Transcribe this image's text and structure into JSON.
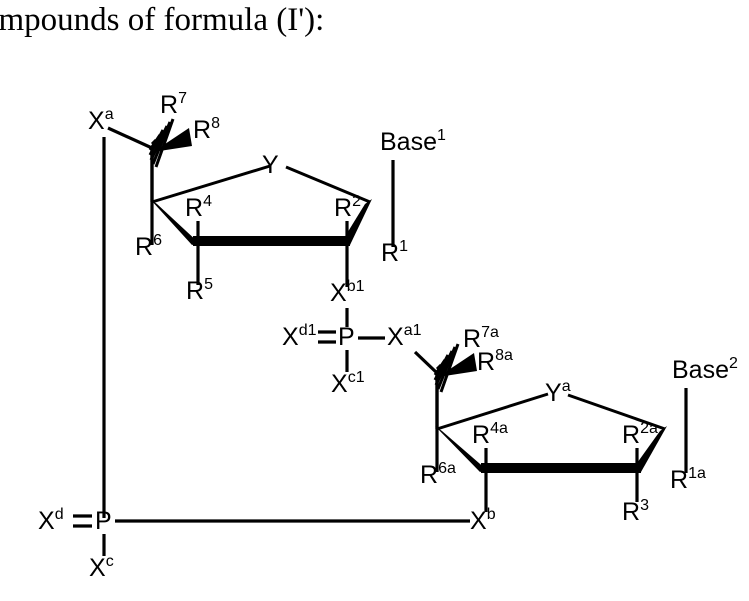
{
  "document": {
    "title_text": "ompounds of formula (I'):",
    "background_color": "#ffffff",
    "ink_color": "#000000"
  },
  "structure": {
    "name": "dinucleotide-phosphate-formula-I-prime",
    "description": "Chemical structure diagram of compounds of formula (I') showing two sugar rings linked through phosphate groups",
    "labels": {
      "xa": {
        "base": "X",
        "sup": "a"
      },
      "r7": {
        "base": "R",
        "sup": "7"
      },
      "r8": {
        "base": "R",
        "sup": "8"
      },
      "y": {
        "base": "Y",
        "sup": ""
      },
      "base1": {
        "base": "Base",
        "sup": "1"
      },
      "r4": {
        "base": "R",
        "sup": "4"
      },
      "r2": {
        "base": "R",
        "sup": "2"
      },
      "r6": {
        "base": "R",
        "sup": "6"
      },
      "r1": {
        "base": "R",
        "sup": "1"
      },
      "r5": {
        "base": "R",
        "sup": "5"
      },
      "xb1": {
        "base": "X",
        "sup": "b1"
      },
      "xd1": {
        "base": "X",
        "sup": "d1"
      },
      "p1": {
        "base": "P",
        "sup": ""
      },
      "xa1": {
        "base": "X",
        "sup": "a1"
      },
      "xc1": {
        "base": "X",
        "sup": "c1"
      },
      "r7a": {
        "base": "R",
        "sup": "7a"
      },
      "r8a": {
        "base": "R",
        "sup": "8a"
      },
      "ya": {
        "base": "Y",
        "sup": "a"
      },
      "base2": {
        "base": "Base",
        "sup": "2"
      },
      "r4a": {
        "base": "R",
        "sup": "4a"
      },
      "r2a": {
        "base": "R",
        "sup": "2a"
      },
      "r6a": {
        "base": "R",
        "sup": "6a"
      },
      "r1a": {
        "base": "R",
        "sup": "1a"
      },
      "r3": {
        "base": "R",
        "sup": "3"
      },
      "xb": {
        "base": "X",
        "sup": "b"
      },
      "xd": {
        "base": "X",
        "sup": "d"
      },
      "p2": {
        "base": "P",
        "sup": ""
      },
      "xc": {
        "base": "X",
        "sup": "c"
      }
    }
  }
}
